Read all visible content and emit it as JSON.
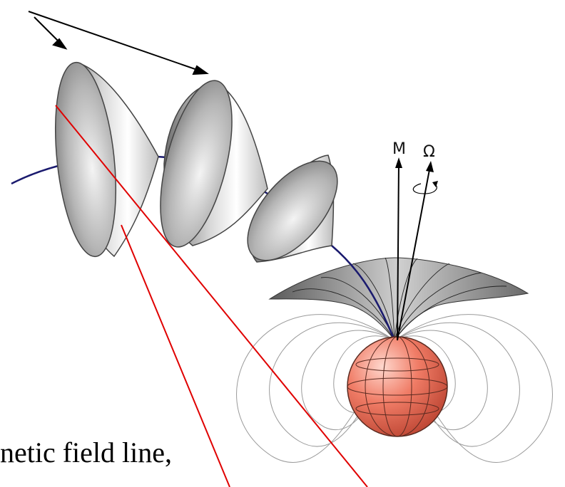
{
  "labels": {
    "magnetic_axis": "M",
    "rotation_axis": "Ω",
    "caption": "netic field line,"
  },
  "colors": {
    "sight_lines": "#e00000",
    "field_line": "#1a1a6e",
    "star": "#e66a55",
    "cone": "#a8a8a8",
    "dipole_lines": "#999999"
  }
}
